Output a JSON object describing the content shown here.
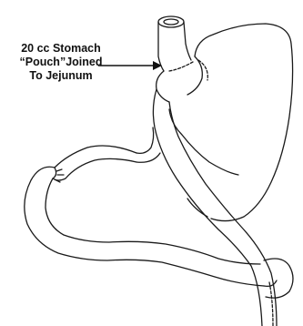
{
  "annotation": {
    "lines": [
      "20 cc Stomach",
      "“Pouch”Joined",
      "To Jejunum"
    ]
  },
  "colors": {
    "stroke": "#1a1a1a",
    "background": "#ffffff"
  }
}
